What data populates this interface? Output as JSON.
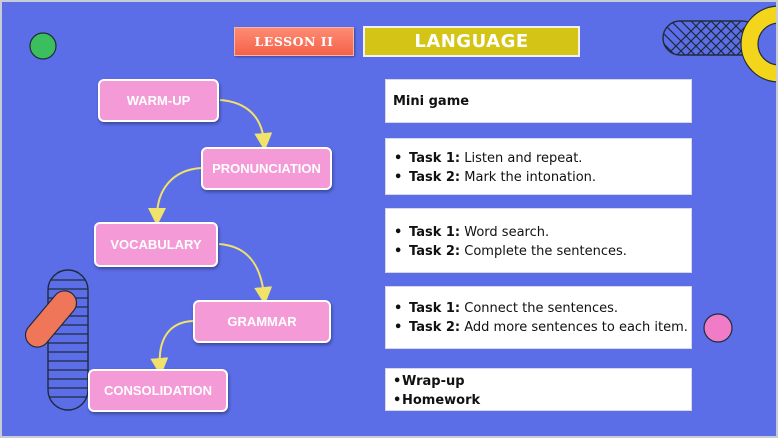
{
  "lesson_label": "LESSON II",
  "topic_label": "LANGUAGE",
  "steps": [
    {
      "label": "WARM-UP"
    },
    {
      "label": "PRONUNCIATION"
    },
    {
      "label": "VOCABULARY"
    },
    {
      "label": "GRAMMAR"
    },
    {
      "label": "CONSOLIDATION"
    }
  ],
  "cards": {
    "warmup": {
      "text": "Mini game"
    },
    "pronunciation": {
      "items": [
        {
          "task": "Task 1:",
          "text": " Listen and repeat."
        },
        {
          "task": "Task 2:",
          "text": " Mark the intonation."
        }
      ]
    },
    "vocabulary": {
      "items": [
        {
          "task": "Task 1:",
          "text": " Word search."
        },
        {
          "task": "Task 2:",
          "text": " Complete the sentences."
        }
      ]
    },
    "grammar": {
      "items": [
        {
          "task": "Task 1:",
          "text": " Connect the sentences."
        },
        {
          "task": "Task 2:",
          "text": " Add more sentences to each item."
        }
      ]
    },
    "consolidation": {
      "items": [
        "Wrap-up",
        "Homework"
      ]
    }
  },
  "colors": {
    "background": "#5b6ee8",
    "step_fill": "#f49ad6",
    "arrow": "#f1e26a",
    "lesson_badge": "#f4624a",
    "topic_badge": "#d4c416"
  }
}
